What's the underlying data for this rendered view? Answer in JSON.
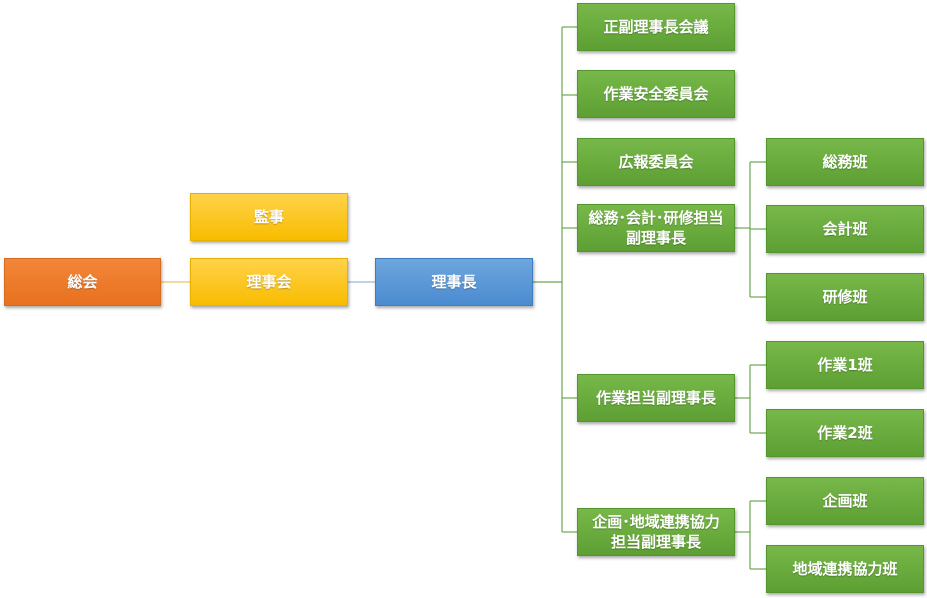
{
  "nodes": {
    "general_meeting": "総会",
    "auditor": "監事",
    "board": "理事会",
    "chairman": "理事長",
    "exec_meeting": "正副理事長会議",
    "safety_committee": "作業安全委員会",
    "pr_committee": "広報委員会",
    "admin_vice": "総務･会計･研修担当\n副理事長",
    "general_affairs_team": "総務班",
    "accounting_team": "会計班",
    "training_team": "研修班",
    "work_vice": "作業担当副理事長",
    "work_team_1": "作業1班",
    "work_team_2": "作業2班",
    "planning_vice": "企画･地域連携協力\n担当副理事長",
    "planning_team": "企画班",
    "community_team": "地域連携協力班"
  },
  "colors": {
    "orange": "#ED7D31",
    "yellow": "#FFC000",
    "blue": "#5B9BD5",
    "green": "#70AD47",
    "connector": "#6aa84f",
    "connector_light": "#c8c8a0"
  }
}
